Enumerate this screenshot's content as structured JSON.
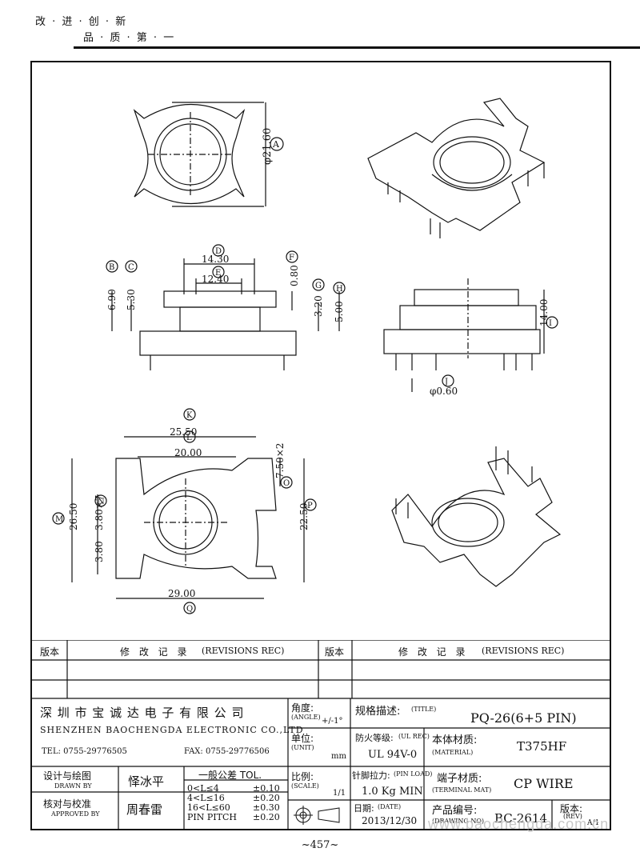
{
  "header": {
    "line1": "改 · 进 · 创 · 新",
    "line2": "品 · 质 · 第 · 一"
  },
  "dims": {
    "A": "φ21.60",
    "B": "6.90",
    "C": "5.30",
    "D": "14.30",
    "E": "12.40",
    "F": "0.80",
    "G": "3.20",
    "H": "5.00",
    "I": "14.00",
    "J": "φ0.60",
    "K": "25.50",
    "L": "20.00",
    "M": "26.50",
    "N": "3.80×7",
    "O": "7.50×2",
    "P": "22.50",
    "Q": "29.00",
    "N2": "3.80"
  },
  "letters": [
    "A",
    "B",
    "C",
    "D",
    "E",
    "F",
    "G",
    "H",
    "I",
    "J",
    "K",
    "L",
    "M",
    "N",
    "O",
    "P",
    "Q"
  ],
  "revisions": {
    "col_ver": "版本",
    "col_rec": "修 改 记 录",
    "col_rec_en": "(REVISIONS REC)"
  },
  "company": {
    "cn": "深 圳 市 宝 诚 达 电 子 有 限 公 司",
    "en": "SHENZHEN BAOCHENGDA ELECTRONIC CO.,LTD",
    "tel": "TEL: 0755-29776505",
    "fax": "FAX: 0755-29776506"
  },
  "design": {
    "label": "设计与绘图",
    "label_en": "DRAWN BY",
    "name": "怿冰平"
  },
  "approve": {
    "label": "核对与校准",
    "label_en": "APPROVED BY",
    "name": "周春雷"
  },
  "tol": {
    "title": "一般公差 TOL.",
    "rows": [
      [
        "0<L≤4",
        "±0.10"
      ],
      [
        "4<L≤16",
        "±0.20"
      ],
      [
        "16<L≤60",
        "±0.30"
      ],
      [
        "PIN PITCH",
        "±0.20"
      ]
    ]
  },
  "angle": {
    "label": "角度:",
    "label_en": "(ANGLE)",
    "value": "+/-1°"
  },
  "unit": {
    "label": "单位:",
    "label_en": "(UNIT)",
    "value": "mm"
  },
  "scale": {
    "label": "比例:",
    "label_en": "(SCALE)",
    "value": "1/1"
  },
  "title": {
    "label": "规格描述:",
    "label_en": "(TITLE)",
    "value": "PQ-26(6+5 PIN)"
  },
  "fire": {
    "label": "防火等级:",
    "label_en": "(UL REC)",
    "value": "UL 94V-0"
  },
  "material": {
    "label": "本体材质:",
    "label_en": "(MATERIAL)",
    "value": "T375HF"
  },
  "pinload": {
    "label": "针脚拉力:",
    "label_en": "(PIN LOAD)",
    "value": "1.0 Kg MIN"
  },
  "terminal": {
    "label": "端子材质:",
    "label_en": "(TERMINAL MAT)",
    "value": "CP WIRE"
  },
  "date": {
    "label": "日期:",
    "label_en": "(DATE)",
    "value": "2013/12/30"
  },
  "drawing_no": {
    "label": "产品编号:",
    "label_en": "(DRAWING NO)",
    "value": "BC-2614"
  },
  "rev": {
    "label": "版本:",
    "label_en": "(REV)",
    "value": "A/1"
  },
  "page": "~457~",
  "watermark": "www.baochengda.com.cn"
}
